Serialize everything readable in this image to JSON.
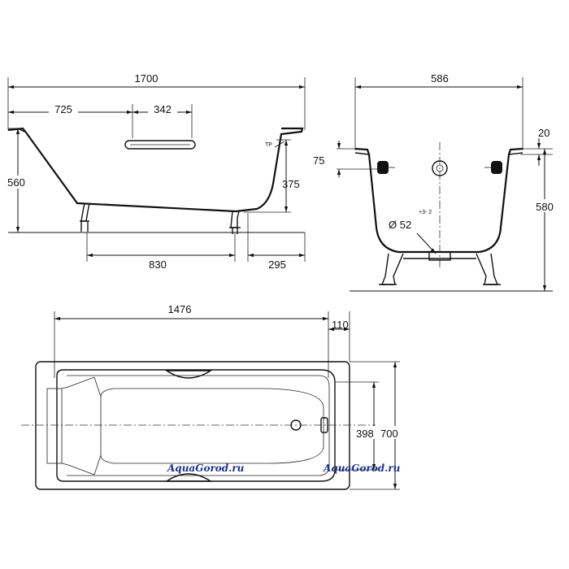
{
  "side_view": {
    "overall_length": "1700",
    "headrest_length": "725",
    "handle_width": "342",
    "height_left": "560",
    "height_right": "375",
    "leg_spacing": "830",
    "leg_offset": "295",
    "overflow_mark": "TP"
  },
  "end_view": {
    "width": "586",
    "rim_thickness": "20",
    "rim_depth": "75",
    "total_height": "580",
    "drain_diameter": "Ø 52",
    "drain_tolerance": "+3- 2"
  },
  "top_view": {
    "inner_length": "1476",
    "rim_end": "110",
    "inner_width": "398",
    "overall_width": "700"
  },
  "watermark": {
    "left": "AquaGorod.ru",
    "right": "AquaGorod.ru",
    "color": "#1c2f8a"
  }
}
